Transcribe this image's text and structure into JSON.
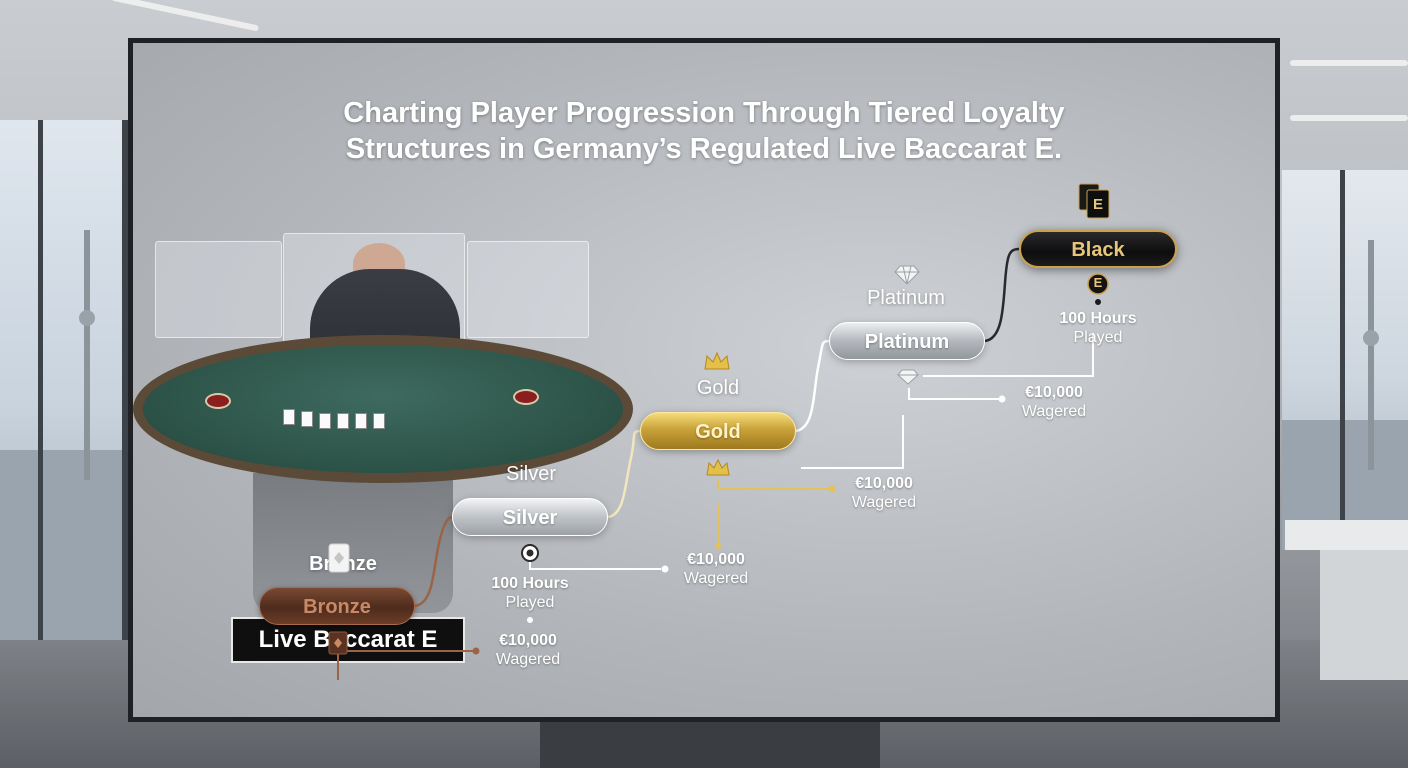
{
  "title_lines": [
    "Charting Player Progression Through Tiered Loyalty",
    "Structures in Germany’s Regulated Live Baccarat E."
  ],
  "table_label": "Live Baccarat E",
  "tiers": {
    "bronze": {
      "heading": "Bronze",
      "pill": "Bronze",
      "icon": "card-icon",
      "requirement": {
        "value": "€10,000",
        "unit": "Wagered"
      }
    },
    "silver": {
      "heading": "Silver",
      "pill": "Silver",
      "icon": "chip-icon",
      "requirements": [
        {
          "value": "100 Hours",
          "unit": "Played"
        },
        {
          "value": "€10,000",
          "unit": "Wagered"
        }
      ]
    },
    "gold": {
      "heading": "Gold",
      "pill": "Gold",
      "icon": "crown-icon",
      "requirement": {
        "value": "€10,000",
        "unit": "Wagered"
      }
    },
    "platinum": {
      "heading": "Platinum",
      "pill": "Platinum",
      "icon": "diamond-icon",
      "requirement": {
        "value": "€10,000",
        "unit": "Wagered"
      }
    },
    "black": {
      "pill": "Black",
      "icon_label": "E",
      "icon": "cards-e-icon",
      "requirement": {
        "value": "100 Hours",
        "unit": "Played"
      }
    }
  },
  "colors": {
    "bronze": "#9c6446",
    "silver": "#ffffff",
    "gold": "#e2c25a",
    "platinum": "#ffffff",
    "black": "#111111",
    "black_accent": "#caa24c"
  }
}
